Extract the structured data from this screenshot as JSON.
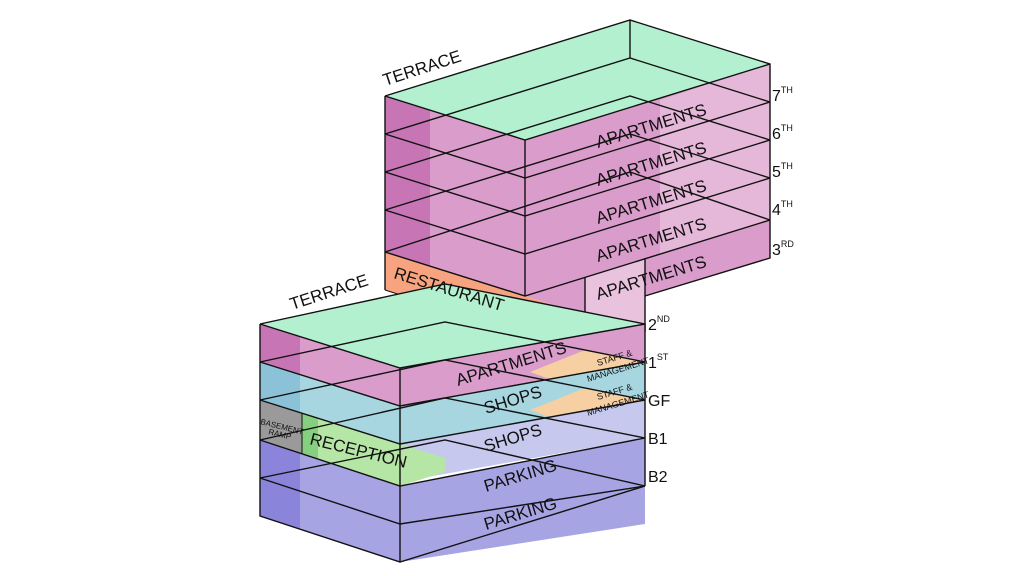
{
  "upper_block": {
    "terrace_label": "TERRACE",
    "zones": [
      "APARTMENTS",
      "APARTMENTS",
      "APARTMENTS",
      "APARTMENTS",
      "APARTMENTS"
    ],
    "restaurant_label": "RESTAURANT",
    "floors": [
      {
        "num": "7",
        "suffix": "TH"
      },
      {
        "num": "6",
        "suffix": "TH"
      },
      {
        "num": "5",
        "suffix": "TH"
      },
      {
        "num": "4",
        "suffix": "TH"
      },
      {
        "num": "3",
        "suffix": "RD"
      },
      {
        "num": "2",
        "suffix": "ND"
      }
    ]
  },
  "lower_block": {
    "terrace_label": "TERRACE",
    "apartments_label": "APARTMENTS",
    "shops_labels": [
      "SHOPS",
      "SHOPS"
    ],
    "parking_labels": [
      "PARKING",
      "PARKING"
    ],
    "reception_label": "RECEPTION",
    "basement_ramp_label": [
      "BASEMENT",
      "RAMP"
    ],
    "staff_labels": [
      [
        "STAFF &",
        "MANAGEMENT"
      ],
      [
        "STAFF &",
        "MANAGEMENT"
      ]
    ],
    "floors": [
      {
        "num": "1",
        "suffix": "ST"
      },
      {
        "num": "GF",
        "suffix": ""
      },
      {
        "num": "B1",
        "suffix": ""
      },
      {
        "num": "B2",
        "suffix": ""
      }
    ]
  },
  "colors": {
    "terrace": "#b3f0cf",
    "apartments": "#d99ccb",
    "apartments_dark": "#c775b5",
    "apartments_side": "#e9c3dd",
    "restaurant": "#f7a37f",
    "staff": "#f6cfa2",
    "shops": "#a7d6e0",
    "shops_side": "#c6c8ee",
    "reception": "#b6e6a5",
    "ramp": "#9a9a9a",
    "parking": "#a7a4e4",
    "parking_dark": "#8a84da"
  }
}
